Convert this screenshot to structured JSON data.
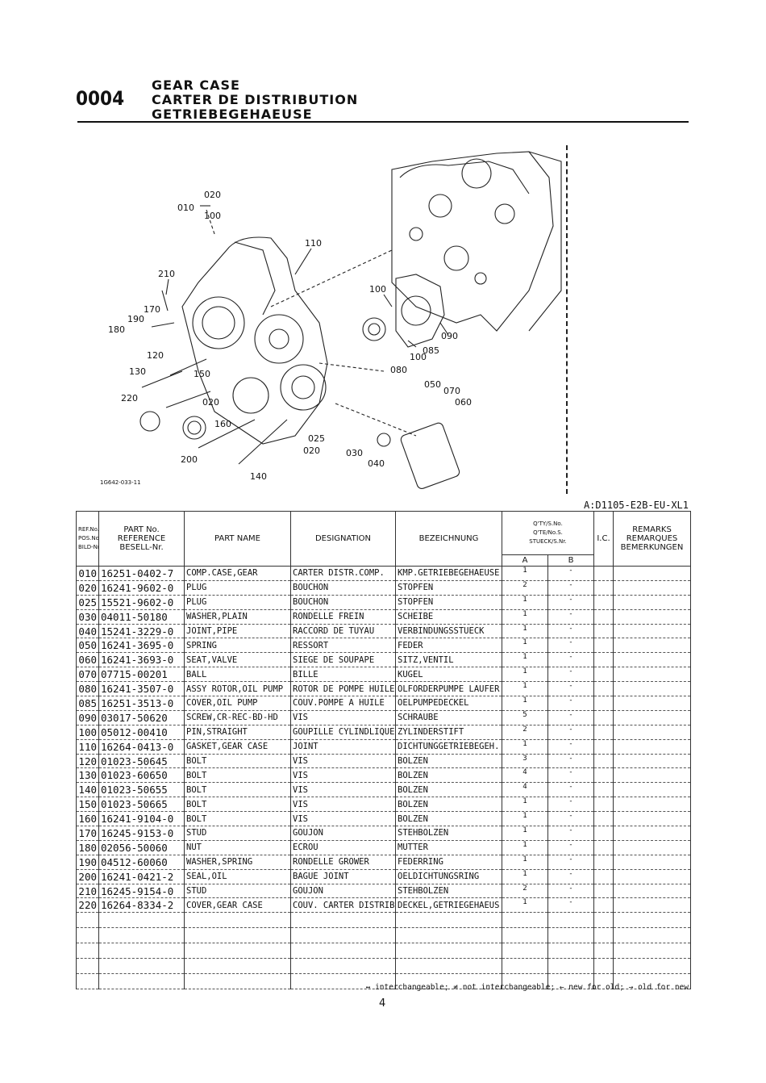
{
  "header": {
    "page_number": "0004",
    "title_en": "GEAR CASE",
    "title_fr": "CARTER DE DISTRIBUTION",
    "title_de": "GETRIEBEGEHAEUSE"
  },
  "diagram": {
    "code": "1G642-033-11",
    "callouts": {
      "c010": "010",
      "c020": "020",
      "c100": "100",
      "c110": "110",
      "c210": "210",
      "c170": "170",
      "c190": "190",
      "c180": "180",
      "c120": "120",
      "c130": "130",
      "c150": "150",
      "c220": "220",
      "c020b": "020",
      "c160": "160",
      "c200": "200",
      "c140": "140",
      "c025": "025",
      "c020c": "020",
      "c030": "030",
      "c040": "040",
      "c100b": "100",
      "c090": "090",
      "c085": "085",
      "c100c": "100",
      "c080": "080",
      "c050": "050",
      "c070": "070",
      "c060": "060"
    }
  },
  "model_code": "A:D1105-E2B-EU-XL1",
  "table": {
    "headers": {
      "ref1": "REF.No.",
      "ref2": "POS.No.",
      "ref3": "BILD-Nr.",
      "pn1": "PART No.",
      "pn2": "REFERENCE",
      "pn3": "BESELL-Nr.",
      "name": "PART NAME",
      "designation": "DESIGNATION",
      "bezeichnung": "BEZEICHNUNG",
      "qty1": "Q'TY/S.No.",
      "qty2": "Q'TE/No.S.",
      "qty3": "STUECK/S.Nr.",
      "qty_a": "A",
      "qty_b": "B",
      "ic": "I.C.",
      "rem1": "REMARKS",
      "rem2": "REMARQUES",
      "rem3": "BEMERKUNGEN"
    },
    "rows": [
      {
        "ref": "010",
        "part_no": "16251-0402-7",
        "name": "COMP.CASE,GEAR",
        "designation": "CARTER DISTR.COMP.",
        "bezeichnung": "KMP.GETRIEBEGEHAEUSE",
        "qty_a": "1",
        "qty_b": "-"
      },
      {
        "ref": "020",
        "part_no": "16241-9602-0",
        "name": "PLUG",
        "designation": "BOUCHON",
        "bezeichnung": "STOPFEN",
        "qty_a": "2",
        "qty_b": "-"
      },
      {
        "ref": "025",
        "part_no": "15521-9602-0",
        "name": "PLUG",
        "designation": "BOUCHON",
        "bezeichnung": "STOPFEN",
        "qty_a": "1",
        "qty_b": "-"
      },
      {
        "ref": "030",
        "part_no": "04011-50180",
        "name": "WASHER,PLAIN",
        "designation": "RONDELLE FREIN",
        "bezeichnung": "SCHEIBE",
        "qty_a": "1",
        "qty_b": "-"
      },
      {
        "ref": "040",
        "part_no": "15241-3229-0",
        "name": "JOINT,PIPE",
        "designation": "RACCORD DE TUYAU",
        "bezeichnung": "VERBINDUNGSSTUECK",
        "qty_a": "1",
        "qty_b": "-"
      },
      {
        "ref": "050",
        "part_no": "16241-3695-0",
        "name": "SPRING",
        "designation": "RESSORT",
        "bezeichnung": "FEDER",
        "qty_a": "1",
        "qty_b": "-"
      },
      {
        "ref": "060",
        "part_no": "16241-3693-0",
        "name": "SEAT,VALVE",
        "designation": "SIEGE DE SOUPAPE",
        "bezeichnung": "SITZ,VENTIL",
        "qty_a": "1",
        "qty_b": "-"
      },
      {
        "ref": "070",
        "part_no": "07715-00201",
        "name": "BALL",
        "designation": "BILLE",
        "bezeichnung": "KUGEL",
        "qty_a": "1",
        "qty_b": "-"
      },
      {
        "ref": "080",
        "part_no": "16241-3507-0",
        "name": "ASSY ROTOR,OIL PUMP",
        "designation": "ROTOR DE POMPE HUILE",
        "bezeichnung": "OLFORDERPUMPE LAUFER",
        "qty_a": "1",
        "qty_b": "-"
      },
      {
        "ref": "085",
        "part_no": "16251-3513-0",
        "name": "COVER,OIL PUMP",
        "designation": "COUV.POMPE A HUILE",
        "bezeichnung": "OELPUMPEDECKEL",
        "qty_a": "1",
        "qty_b": "-"
      },
      {
        "ref": "090",
        "part_no": "03017-50620",
        "name": "SCREW,CR-REC-BD-HD",
        "designation": "VIS",
        "bezeichnung": "SCHRAUBE",
        "qty_a": "5",
        "qty_b": "-"
      },
      {
        "ref": "100",
        "part_no": "05012-00410",
        "name": "PIN,STRAIGHT",
        "designation": "GOUPILLE CYLINDLIQUE",
        "bezeichnung": "ZYLINDERSTIFT",
        "qty_a": "2",
        "qty_b": "-"
      },
      {
        "ref": "110",
        "part_no": "16264-0413-0",
        "name": "GASKET,GEAR CASE",
        "designation": "JOINT",
        "bezeichnung": "DICHTUNGGETRIEBEGEH.",
        "qty_a": "1",
        "qty_b": "-"
      },
      {
        "ref": "120",
        "part_no": "01023-50645",
        "name": "BOLT",
        "designation": "VIS",
        "bezeichnung": "BOLZEN",
        "qty_a": "3",
        "qty_b": "-"
      },
      {
        "ref": "130",
        "part_no": "01023-60650",
        "name": "BOLT",
        "designation": "VIS",
        "bezeichnung": "BOLZEN",
        "qty_a": "4",
        "qty_b": "-"
      },
      {
        "ref": "140",
        "part_no": "01023-50655",
        "name": "BOLT",
        "designation": "VIS",
        "bezeichnung": "BOLZEN",
        "qty_a": "4",
        "qty_b": "-"
      },
      {
        "ref": "150",
        "part_no": "01023-50665",
        "name": "BOLT",
        "designation": "VIS",
        "bezeichnung": "BOLZEN",
        "qty_a": "1",
        "qty_b": "-"
      },
      {
        "ref": "160",
        "part_no": "16241-9104-0",
        "name": "BOLT",
        "designation": "VIS",
        "bezeichnung": "BOLZEN",
        "qty_a": "1",
        "qty_b": "-"
      },
      {
        "ref": "170",
        "part_no": "16245-9153-0",
        "name": "STUD",
        "designation": "GOUJON",
        "bezeichnung": "STEHBOLZEN",
        "qty_a": "1",
        "qty_b": "-"
      },
      {
        "ref": "180",
        "part_no": "02056-50060",
        "name": "NUT",
        "designation": "ECROU",
        "bezeichnung": "MUTTER",
        "qty_a": "1",
        "qty_b": "-"
      },
      {
        "ref": "190",
        "part_no": "04512-60060",
        "name": "WASHER,SPRING",
        "designation": "RONDELLE GROWER",
        "bezeichnung": "FEDERRING",
        "qty_a": "1",
        "qty_b": "-"
      },
      {
        "ref": "200",
        "part_no": "16241-0421-2",
        "name": "SEAL,OIL",
        "designation": "BAGUE JOINT",
        "bezeichnung": "OELDICHTUNGSRING",
        "qty_a": "1",
        "qty_b": "-"
      },
      {
        "ref": "210",
        "part_no": "16245-9154-0",
        "name": "STUD",
        "designation": "GOUJON",
        "bezeichnung": "STEHBOLZEN",
        "qty_a": "2",
        "qty_b": "-"
      },
      {
        "ref": "220",
        "part_no": "16264-8334-2",
        "name": "COVER,GEAR CASE",
        "designation": "COUV. CARTER DISTRIB",
        "bezeichnung": "DECKEL,GETRIEGEHAEUS",
        "qty_a": "1",
        "qty_b": "-"
      }
    ]
  },
  "legend": "↔ interchangeable; ≠ not interchangeable; ← new for old; → old for new",
  "folio": "4"
}
